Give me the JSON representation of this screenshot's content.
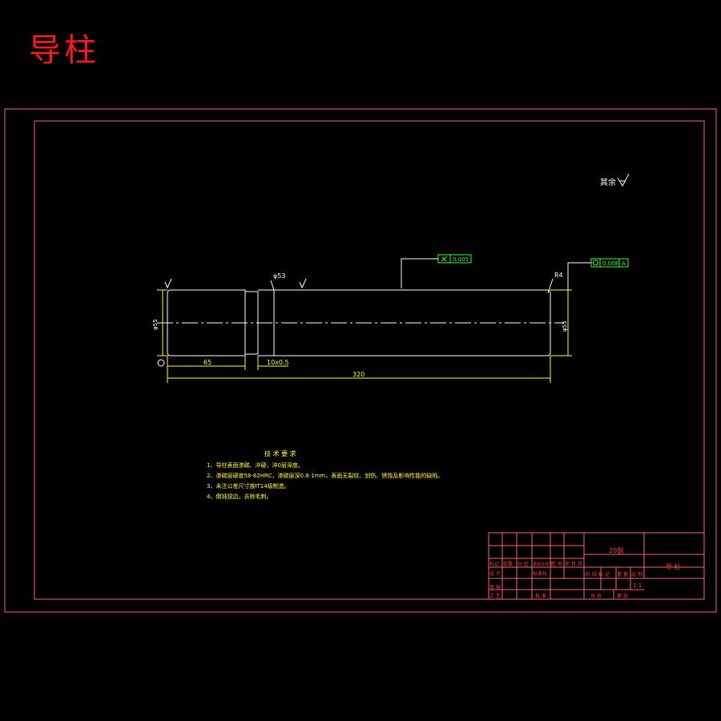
{
  "title": "导柱",
  "drawing": {
    "roughness_note": "其余",
    "dims": {
      "total_length": "320",
      "left_length": "65",
      "groove": "10x0.5",
      "shoulder_dia": "φ53",
      "radius": "R4",
      "left_dia": "φ55",
      "right_dia": "φ55"
    },
    "tolerances": {
      "cylindricity": "0.005",
      "coaxiality": "0.008",
      "datum": "A"
    },
    "tech_req": {
      "heading": "技 术 要 求",
      "items": [
        "1、导柱表面渗碳、淬硬，淬0层深度。",
        "2、渗碳层硬度58-62HRC，渗碳层深0.8-1mm，表面无裂纹、划伤、锈蚀及影响性能的缺陷。",
        "3、未注公差尺寸按IT14级制造。",
        "4、倒钝锐边，去除毛刺。"
      ]
    }
  },
  "title_block": {
    "material": "20钢",
    "part_name": "导 柱",
    "scale": "1:1",
    "row_labels": [
      "标记",
      "处数",
      "分 区",
      "更改文件号",
      "签 名",
      "年 月 日"
    ],
    "row2": [
      "设 计",
      "标准化"
    ],
    "stage_labels": [
      "阶 段 标 记",
      "重 量",
      "比 例"
    ],
    "approve": [
      "审 核",
      "工 艺",
      "批 准"
    ],
    "sheet": [
      "共 张",
      "第 张"
    ]
  }
}
